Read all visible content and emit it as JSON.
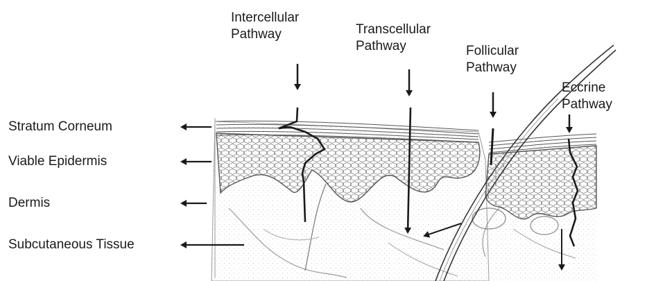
{
  "pathways": {
    "intercellular": {
      "line1": "Intercellular",
      "line2": "Pathway"
    },
    "transcellular": {
      "line1": "Transcellular",
      "line2": "Pathway"
    },
    "follicular": {
      "line1": "Follicular",
      "line2": "Pathway"
    },
    "eccrine": {
      "line1": "Eccrine",
      "line2": "Pathway"
    }
  },
  "layers": {
    "stratum_corneum": "Stratum Corneum",
    "viable_epidermis": "Viable Epidermis",
    "dermis": "Dermis",
    "subcutaneous": "Subcutaneous Tissue"
  },
  "colors": {
    "ink": "#1a1a1a",
    "tissue": "#f2f2f2",
    "cell": "#777777"
  }
}
